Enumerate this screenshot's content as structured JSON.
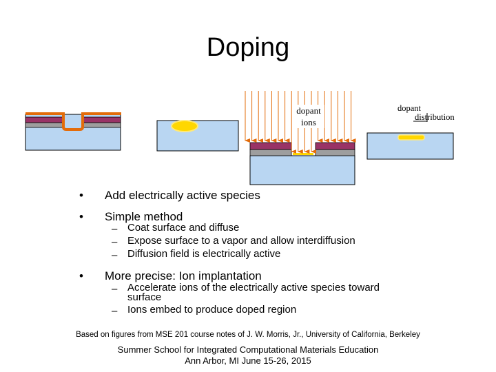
{
  "title": "Doping",
  "figure": {
    "ions_label_line1": "dopant",
    "ions_label_line2": "ions",
    "distribution_label_line1": "dopant",
    "distribution_label_line2": "distribution",
    "colors": {
      "substrate": "#b9d6f2",
      "mask": "#993366",
      "oxide": "#9e9e9e",
      "coating": "#e36c0a",
      "dopant": "#ffd700",
      "ion_arrow": "#e36c0a"
    }
  },
  "bullets": [
    {
      "marker": "•",
      "text": "Add electrically active species",
      "subs": []
    },
    {
      "marker": "•",
      "text": "Simple method",
      "subs": [
        {
          "marker": "–",
          "text": "Coat surface and diffuse"
        },
        {
          "marker": "–",
          "text": "Expose surface to a vapor and allow interdiffusion"
        },
        {
          "marker": "–",
          "text": "Diffusion field is electrically active"
        }
      ]
    },
    {
      "marker": "•",
      "text": "More precise: Ion implantation",
      "subs": [
        {
          "marker": "–",
          "text_line1": "Accelerate ions of the electrically active species toward",
          "text_line2": "surface"
        },
        {
          "marker": "–",
          "text": "Ions embed to produce doped region"
        }
      ]
    }
  ],
  "credit": "Based on figures from MSE 201 course notes of J. W. Morris, Jr., University of California, Berkeley",
  "footer": {
    "line1": "Summer School for Integrated Computational Materials Education",
    "line2": "Ann Arbor, MI  June 15-26, 2015"
  }
}
